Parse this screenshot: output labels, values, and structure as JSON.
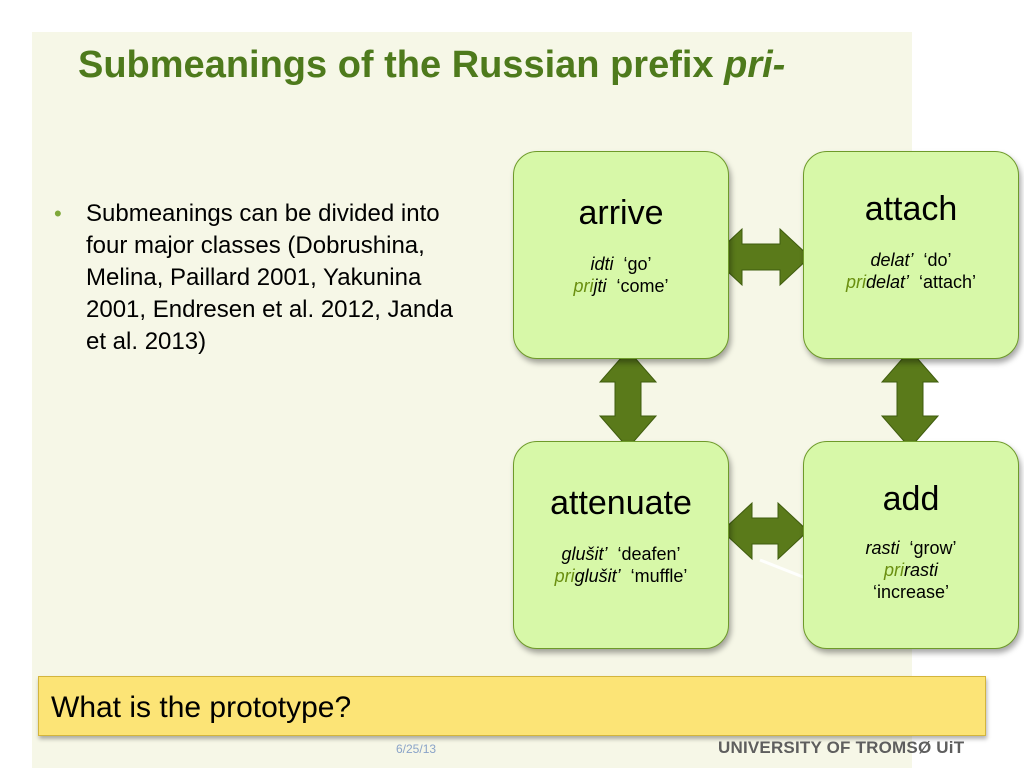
{
  "slide": {
    "title_main": "Submeanings of the Russian prefix ",
    "title_italic": "pri-",
    "bullet": "Submeanings can be divided into four major classes (Dobrushina, Melina, Paillard 2001, Yakunina 2001, Endresen et al. 2012, Janda et al. 2013)",
    "bullet_marker": "•"
  },
  "boxes": {
    "arrive": {
      "head": "arrive",
      "line1_word": "idti",
      "line1_gloss": "‘go’",
      "line2_prefix": "pri",
      "line2_stem": "jti",
      "line2_gloss": "‘come’"
    },
    "attach": {
      "head": "attach",
      "line1_word": "delat’",
      "line1_gloss": "‘do’",
      "line2_prefix": "pri",
      "line2_stem": "delat’",
      "line2_gloss": "‘attach’"
    },
    "attenuate": {
      "head": "attenuate",
      "line1_word": "glušit’",
      "line1_gloss": "‘deafen’",
      "line2_prefix": "pri",
      "line2_stem": "glušit’",
      "line2_gloss": "‘muffle’"
    },
    "add": {
      "head": "add",
      "line1_word": "rasti",
      "line1_gloss": "‘grow’",
      "line2_prefix": "pri",
      "line2_stem": "rasti",
      "line2_gloss": "‘increase’"
    }
  },
  "question": "What is the prototype?",
  "footer": {
    "date": "6/25/13",
    "university": "UNIVERSITY OF TROMSØ UiT"
  },
  "colors": {
    "title": "#4e7a1c",
    "box_fill": "#d7f8a8",
    "arrow": "#5a7a1a",
    "question_fill": "#fce476"
  }
}
